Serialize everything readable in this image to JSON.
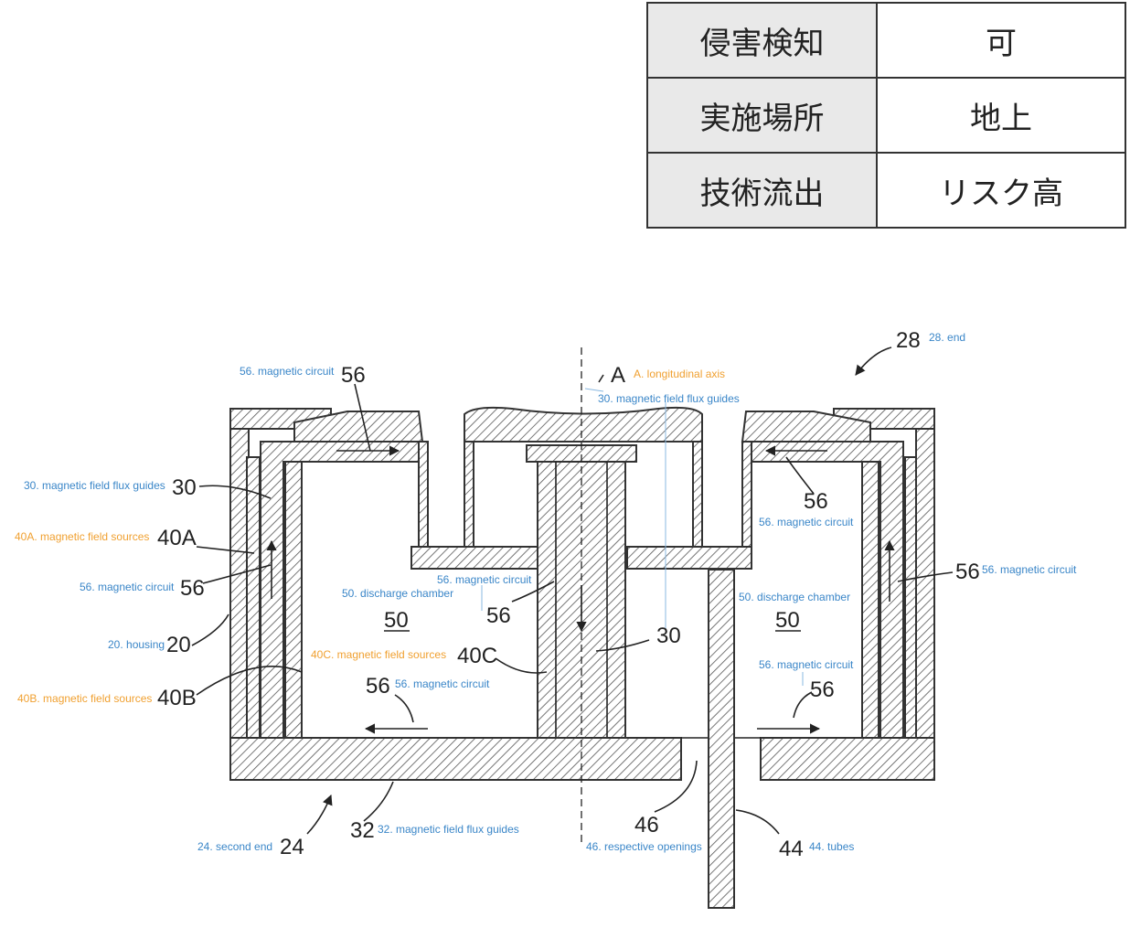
{
  "table": {
    "rows": [
      {
        "key": "侵害検知",
        "value": "可"
      },
      {
        "key": "実施場所",
        "value": "地上"
      },
      {
        "key": "技術流出",
        "value": "リスク高"
      }
    ]
  },
  "diagram": {
    "numerals": {
      "n28": "28",
      "nA": "A",
      "n56_top": "56",
      "n30_left": "30",
      "n40A": "40A",
      "n56_left": "56",
      "n20": "20",
      "n40B": "40B",
      "n56_center": "56",
      "n50_left": "50",
      "n40C": "40C",
      "n56_bottom_left": "56",
      "n30_center": "30",
      "n56_right_upper": "56",
      "n56_right": "56",
      "n50_right": "50",
      "n56_bottom_right": "56",
      "n24": "24",
      "n32": "32",
      "n46": "46",
      "n44": "44"
    },
    "labels": {
      "l28": "28. end",
      "lA": "A. longitudinal axis",
      "l30_top": "30. magnetic field flux guides",
      "l56_top": "56. magnetic circuit",
      "l30_left": "30. magnetic field flux guides",
      "l40A": "40A. magnetic field sources",
      "l56_left": "56. magnetic circuit",
      "l20": "20. housing",
      "l40B": "40B. magnetic field sources",
      "l56_center": "56. magnetic circuit",
      "l50_left": "50. discharge chamber",
      "l40C": "40C. magnetic field sources",
      "l56_bottom_left": "56. magnetic circuit",
      "l56_right_upper": "56. magnetic circuit",
      "l56_right": "56. magnetic circuit",
      "l50_right": "50. discharge chamber",
      "l56_bottom_right": "56. magnetic circuit",
      "l24": "24. second end",
      "l32": "32. magnetic field flux guides",
      "l46": "46. respective openings",
      "l44": "44. tubes"
    }
  },
  "colors": {
    "label_blue": "#3a86c8",
    "label_orange": "#f0a030",
    "line": "#222222"
  }
}
